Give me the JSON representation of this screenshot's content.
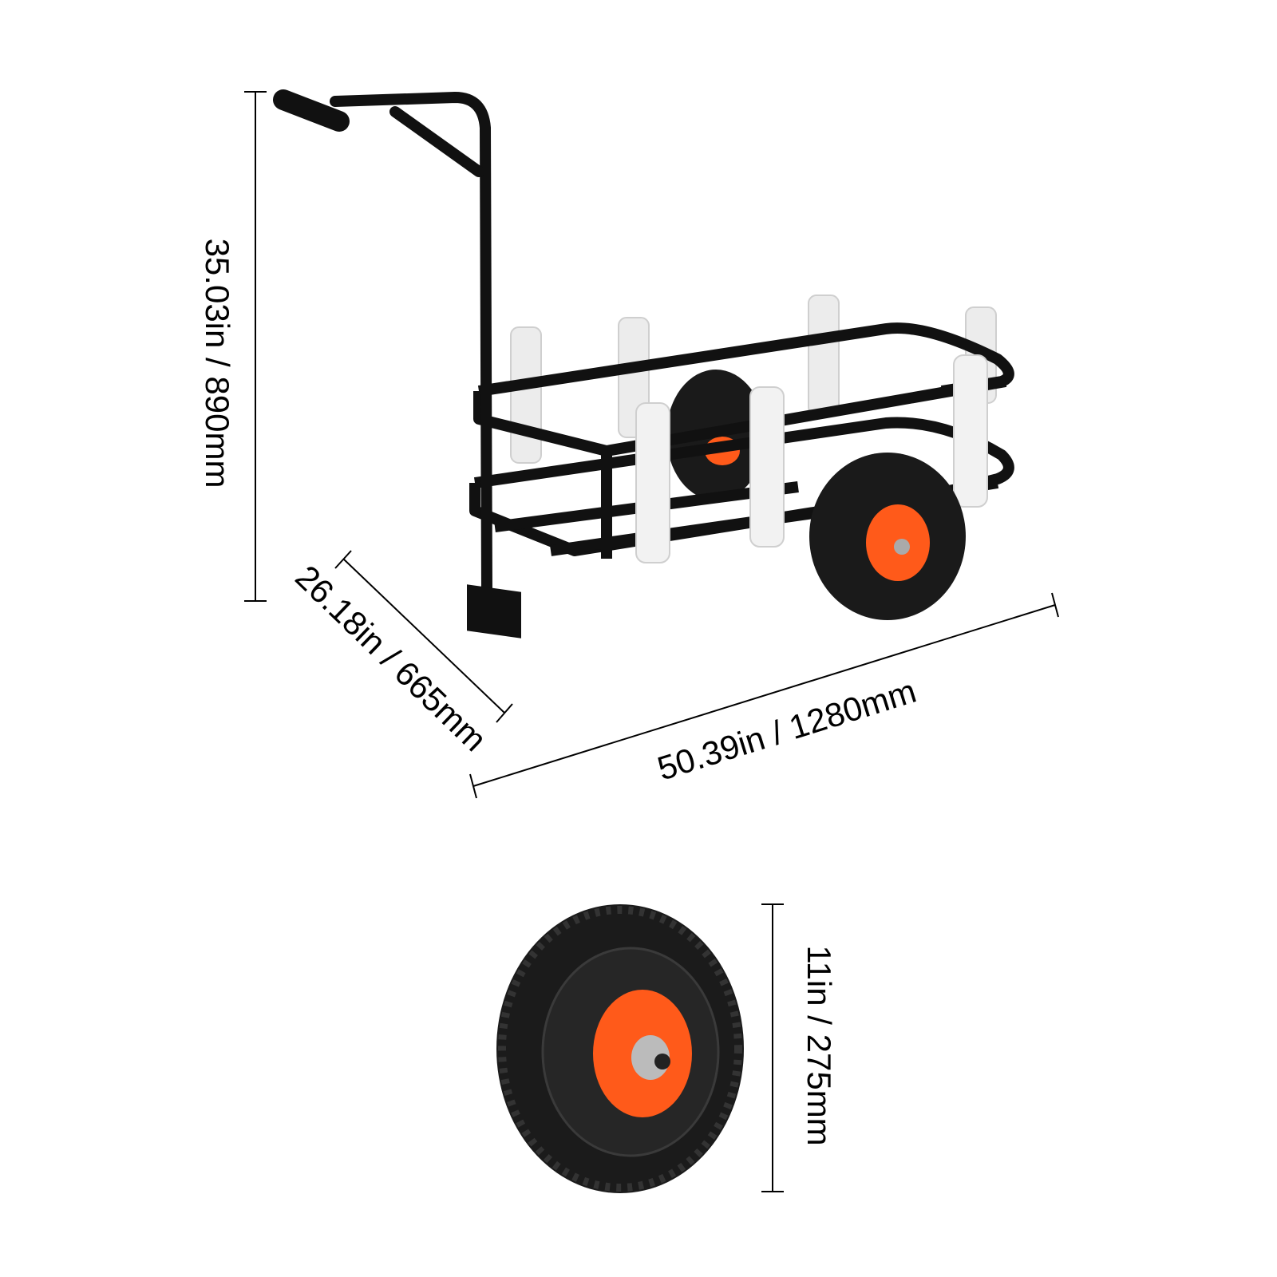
{
  "dimensions": {
    "height": "35.03in / 890mm",
    "depth": "26.18in / 665mm",
    "length": "50.39in / 1280mm",
    "wheel_diameter": "11in / 275mm"
  },
  "colors": {
    "frame": "#111111",
    "rod_holder": "#eeeeee",
    "hub": "#ff5a1a",
    "tire": "#1a1a1a",
    "dimension_line": "#000000"
  }
}
